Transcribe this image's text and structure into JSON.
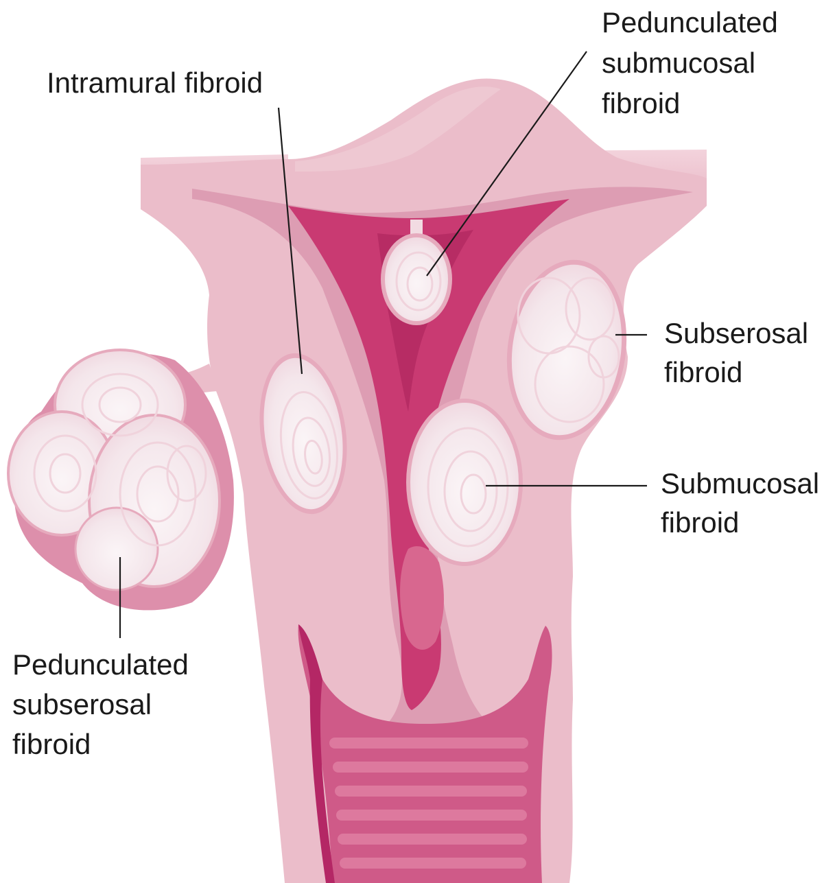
{
  "labels": {
    "intramural": [
      "Intramural fibroid"
    ],
    "pedunculated_submucosal": [
      "Pedunculated",
      "submucosal",
      "fibroid"
    ],
    "subserosal": [
      "Subserosal",
      "fibroid"
    ],
    "submucosal": [
      "Submucosal",
      "fibroid"
    ],
    "pedunculated_subserosal": [
      "Pedunculated",
      "subserosal",
      "fibroid"
    ]
  },
  "colors": {
    "uterus_outer": "#ebbdca",
    "uterus_muscle": "#dd9db3",
    "cavity": "#c93a72",
    "cavity_dark": "#a8205a",
    "fibroid_fill": "#f5ebee",
    "fibroid_rim": "#e6aabd",
    "vagina": "#cf5a88"
  }
}
